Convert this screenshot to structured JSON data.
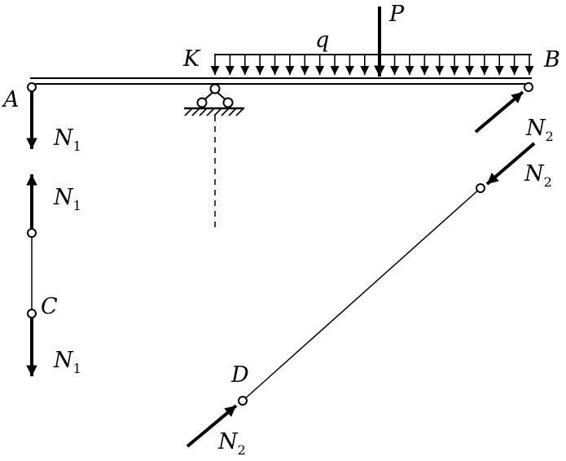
{
  "diagram": {
    "points": {
      "A": "A",
      "B": "B",
      "K": "K",
      "C": "C",
      "D": "D"
    },
    "loads": {
      "q": "q",
      "P": "P"
    },
    "forces": {
      "N1": {
        "main": "N",
        "sub": "1"
      },
      "N2": {
        "main": "N",
        "sub": "2"
      }
    },
    "colors": {
      "stroke": "#000000",
      "background": "#ffffff"
    }
  }
}
